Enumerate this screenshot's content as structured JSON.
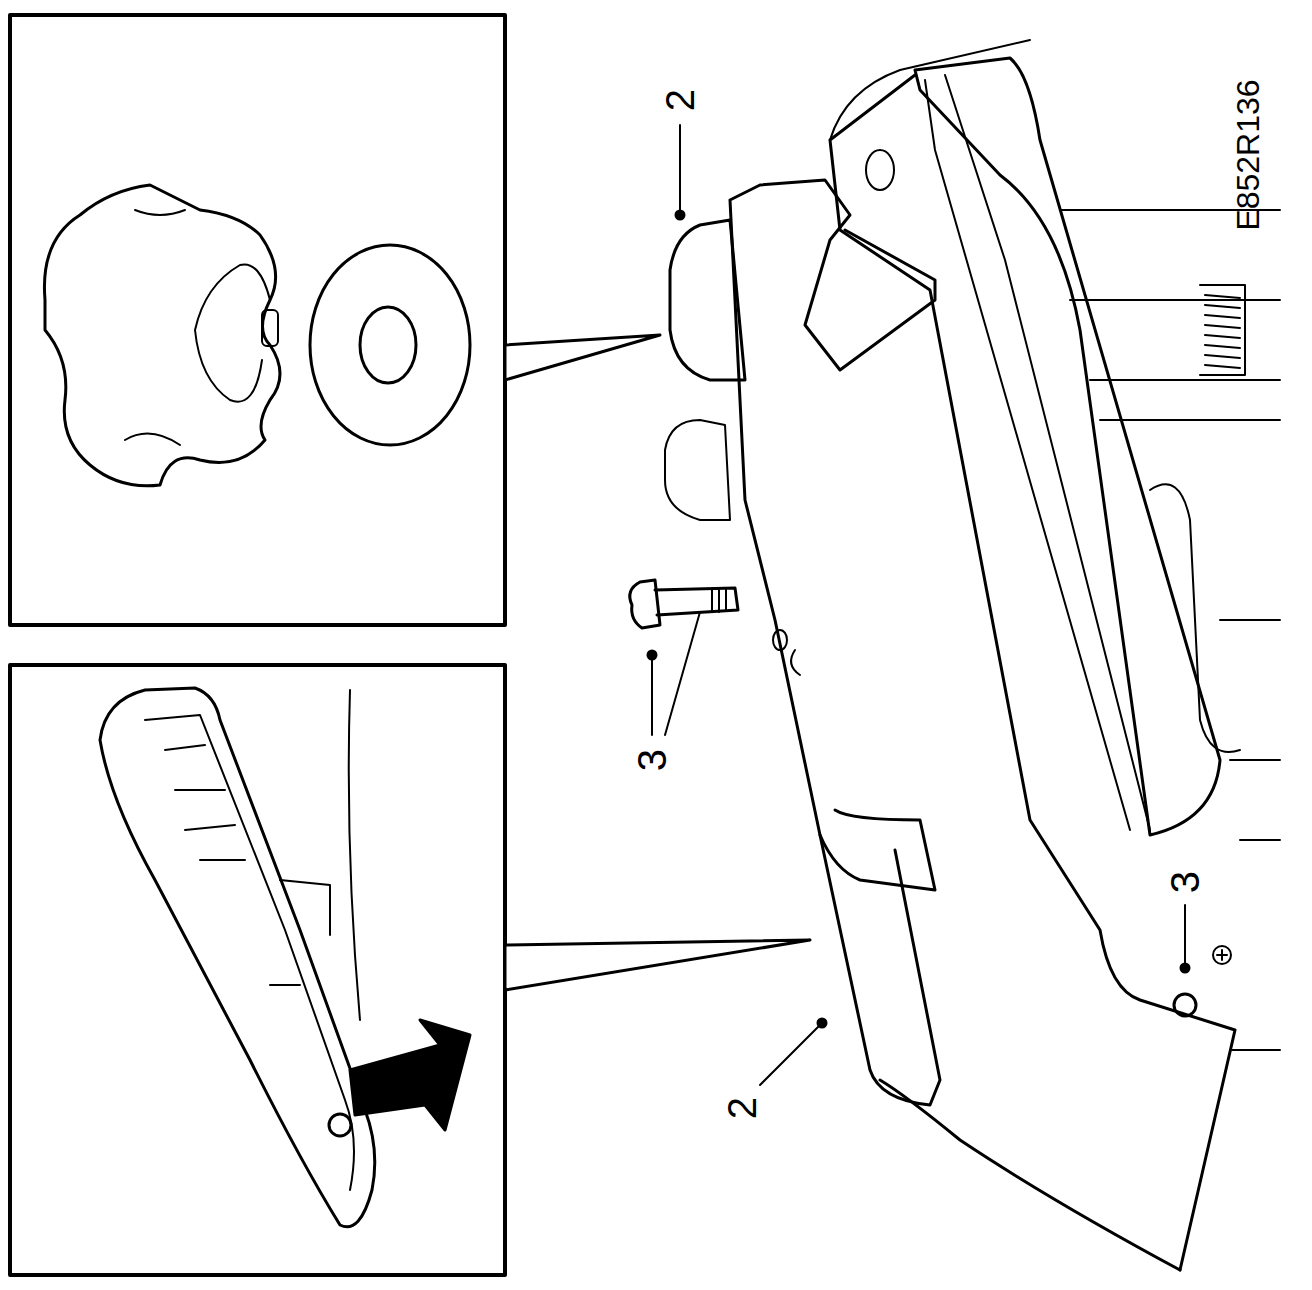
{
  "diagram": {
    "labels": [
      "2",
      "3",
      "2",
      "3",
      "E852R136"
    ]
  }
}
